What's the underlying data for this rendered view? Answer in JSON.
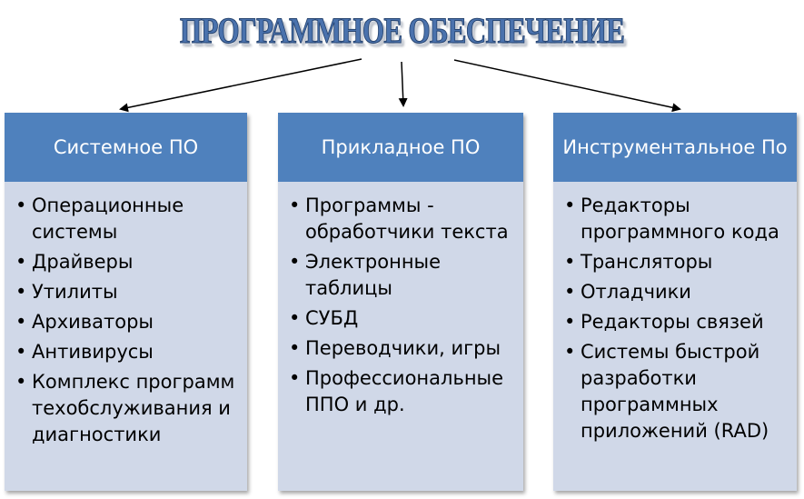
{
  "title": "ПРОГРАММНОЕ ОБЕСПЕЧЕНИЕ",
  "colors": {
    "header_bg": "#4f81bd",
    "body_bg": "#d0d8e8",
    "title_fill": "#4a72ad"
  },
  "columns": [
    {
      "header": "Системное ПО",
      "items": [
        "Операционные системы",
        "Драйверы",
        "Утилиты",
        "Архиваторы",
        "Антивирусы",
        "Комплекс программ техобслуживания и диагностики"
      ]
    },
    {
      "header": "Прикладное ПО",
      "items": [
        "Программы - обработчики текста",
        "Электронные таблицы",
        "СУБД",
        "Переводчики, игры",
        "Профессиональные ППО и др."
      ]
    },
    {
      "header": "Инструментальное По",
      "items": [
        "Редакторы программного кода",
        "Трансляторы",
        "Отладчики",
        "Редакторы связей",
        "Системы быстрой разработки программных приложений (RAD)"
      ]
    }
  ]
}
